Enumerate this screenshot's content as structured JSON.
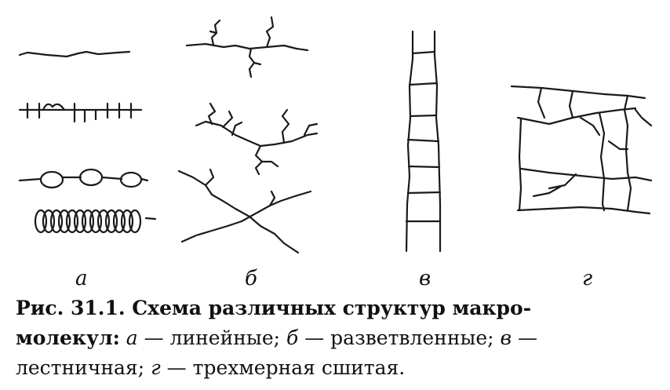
{
  "panels": [
    {
      "key": "a",
      "label": "а"
    },
    {
      "key": "b",
      "label": "б"
    },
    {
      "key": "c",
      "label": "в"
    },
    {
      "key": "d",
      "label": "г"
    }
  ],
  "caption": {
    "prefix": "Рис. 31.1. Схема различных структур макро-",
    "prefix2": "молекул:",
    "a_letter": "а",
    "a_text": " — линейные; ",
    "b_letter": "б",
    "b_text": " — разветвленные; ",
    "c_letter": "в",
    "c_text": " —",
    "line3_text": "лестничная; ",
    "d_letter": "г",
    "d_text": " — трехмерная сшитая."
  }
}
